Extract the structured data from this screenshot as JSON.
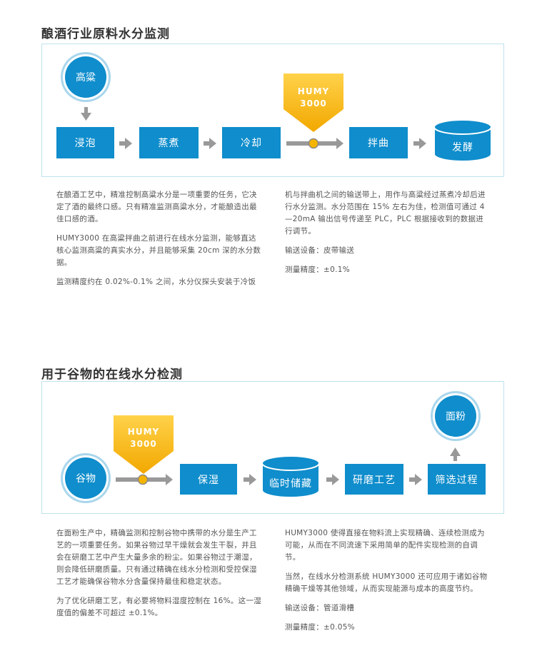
{
  "section1": {
    "title": "酿酒行业原料水分监测",
    "source": "高粱",
    "sensor": [
      "HUMY",
      "3000"
    ],
    "steps": [
      "浸泡",
      "蒸煮",
      "冷却",
      "拌曲"
    ],
    "end": "发酵",
    "text_left": [
      "在酿酒工艺中，精准控制高粱水分是一项重要的任务，它决定了酒的最终口感。只有精准监测高粱水分，才能酿造出最佳口感的酒。",
      "HUMY3000 在高粱拌曲之前进行在线水分监测，能够直达核心监测高粱的真实水分，并且能够采集 20cm 深的水分数据。",
      "监测精度约在 0.02%-0.1% 之间，水分仪探头安装于冷饭"
    ],
    "text_right": [
      "机与拌曲机之间的输送带上，用作与高粱经过蒸煮冷却后进行水分监测。水分范围在 15% 左右为佳，检测值可通过 4—20mA 输出信号传递至 PLC，PLC 根据接收到的数据进行调节。",
      "输送设备：皮带输送",
      "测量精度：±0.1%"
    ]
  },
  "section2": {
    "title": "用于谷物的在线水分检测",
    "source": "谷物",
    "sensor": [
      "HUMY",
      "3000"
    ],
    "step1": "保湿",
    "storage": "临时储藏",
    "step2": "研磨工艺",
    "step3": "筛选过程",
    "end": "面粉",
    "text_left": [
      "在面粉生产中，精确监测和控制谷物中携带的水分是生产工艺的一项重要任务。如果谷物过早干燥就会发生干裂，并且会在研磨工艺中产生大量多余的粉尘。如果谷物过于潮湿，则会降低研磨质量。只有通过精确在线水分检测和受控保湿工艺才能确保谷物水分含量保持最佳和稳定状态。",
      "为了优化研磨工艺，有必要将物料湿度控制在 16%。这一湿度值的偏差不可超过 ±0.1%。"
    ],
    "text_right": [
      "HUMY3000 使得直接在物料流上实现精确、连续检测成为可能，从而在不同流速下采用简单的配件实现检测的自调节。",
      "当然，在线水分检测系统 HUMY3000 还可应用于诸如谷物精确干燥等其他领域，从而实现能源与成本的高度节约。",
      "输送设备：管道滑槽",
      "测量精度：±0.05%"
    ]
  },
  "colors": {
    "blue": "#0f8dcc",
    "gold": "#f5b400",
    "arrow": "#999999",
    "border": "#bfe3ee"
  }
}
